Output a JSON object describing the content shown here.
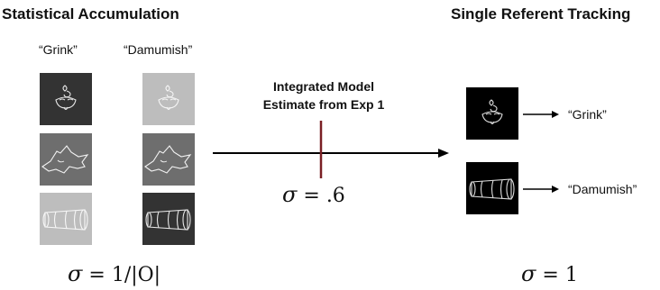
{
  "left": {
    "heading": "Statistical Accumulation",
    "col1_label": "“Grink”",
    "col2_label": "“Damumish”",
    "formula": "= 1/|O|"
  },
  "center": {
    "label_line1": "Integrated Model",
    "label_line2": "Estimate from Exp 1",
    "formula": "= .6",
    "marker_color": "#7a1f24"
  },
  "right": {
    "heading": "Single Referent Tracking",
    "item1_label": "“Grink”",
    "item2_label": "“Damumish”",
    "formula": "= 1"
  },
  "symbol": "σ",
  "colors": {
    "tile_dark": "#333333",
    "tile_mid": "#6e6e6e",
    "tile_light": "#bdbdbd",
    "tile_black": "#000000"
  }
}
